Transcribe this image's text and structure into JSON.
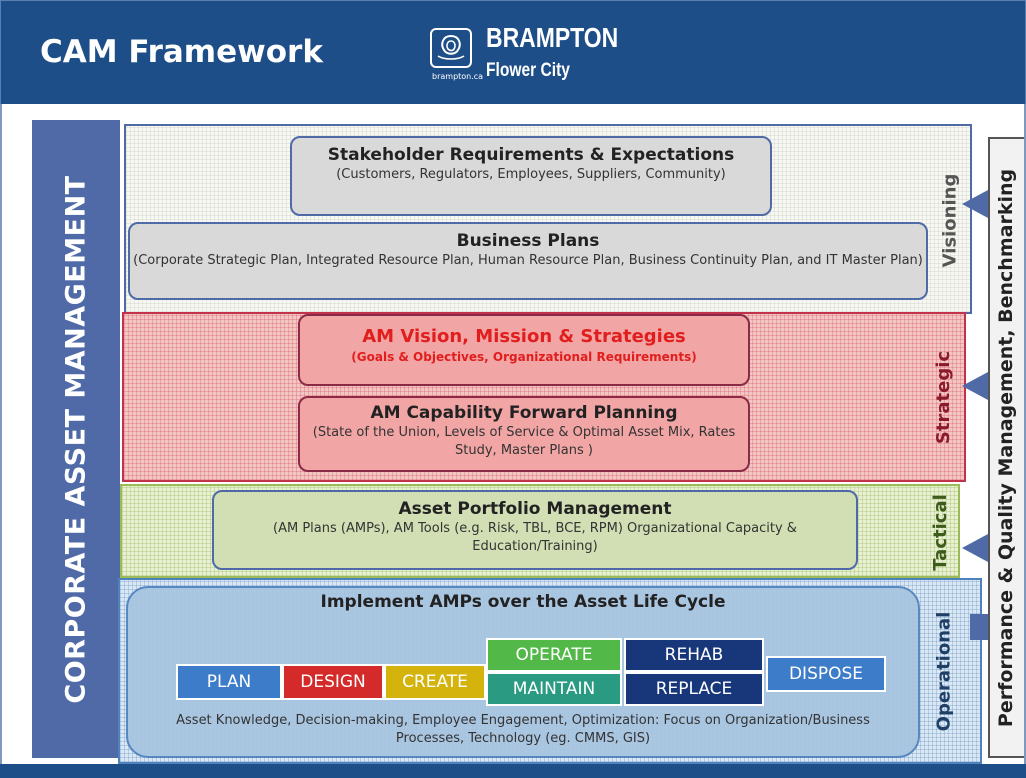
{
  "header": {
    "title": "CAM Framework",
    "logo": {
      "name": "BRAMPTON",
      "tagline": "Flower City",
      "site": "brampton.ca"
    }
  },
  "left_bar": {
    "label": "CORPORATE ASSET MANAGEMENT"
  },
  "right_bar": {
    "label": "Performance & Quality Management, Benchmarking"
  },
  "layers": {
    "visioning": "Visioning",
    "strategic": "Strategic",
    "tactical": "Tactical",
    "operational": "Operational"
  },
  "boxes": {
    "stakeholder": {
      "title": "Stakeholder Requirements & Expectations",
      "subtitle": "(Customers, Regulators, Employees, Suppliers, Community)"
    },
    "business": {
      "title": "Business Plans",
      "subtitle": "(Corporate Strategic Plan, Integrated Resource Plan, Human Resource Plan, Business Continuity Plan, and IT Master Plan)"
    },
    "vision": {
      "title": "AM Vision, Mission & Strategies",
      "subtitle": "(Goals & Objectives, Organizational Requirements)"
    },
    "capability": {
      "title": "AM Capability Forward Planning",
      "subtitle": "(State of the Union, Levels of Service & Optimal Asset Mix, Rates Study, Master Plans )"
    },
    "portfolio": {
      "title": "Asset Portfolio Management",
      "subtitle": "(AM Plans (AMPs), AM Tools (e.g. Risk, TBL, BCE, RPM) Organizational Capacity & Education/Training)"
    },
    "implement": {
      "title": "Implement AMPs over the Asset Life Cycle",
      "footer": "Asset Knowledge, Decision-making, Employee Engagement, Optimization: Focus on Organization/Business Processes, Technology (eg. CMMS, GIS)"
    }
  },
  "lifecycle": {
    "plan": "PLAN",
    "design": "DESIGN",
    "create": "CREATE",
    "operate": "OPERATE",
    "maintain": "MAINTAIN",
    "rehab": "REHAB",
    "replace": "REPLACE",
    "dispose": "DISPOSE"
  },
  "colors": {
    "header": "#1e4e87",
    "cam_bar": "#4f6aa7",
    "visioning_band": "#f7f7f3",
    "strategic_band": "#f3c6c6",
    "tactical_band": "#e8f0d4",
    "operational_band": "#dbe8f4",
    "vision_text": "#e01e1e"
  }
}
